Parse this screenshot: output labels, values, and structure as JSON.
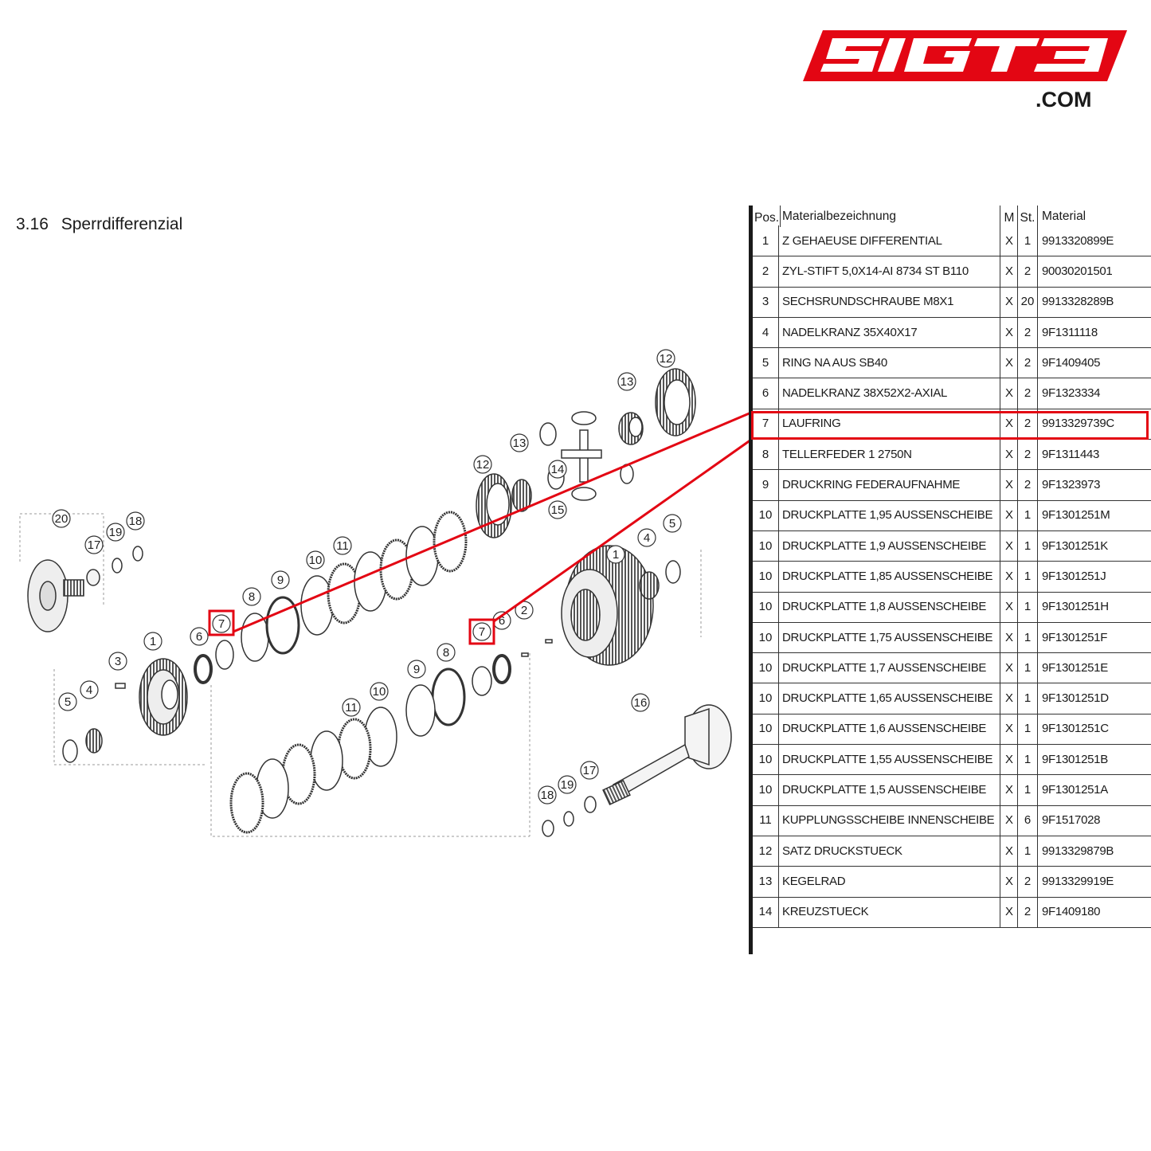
{
  "brand": {
    "logo_text": "51GT3",
    "logo_suffix": ".COM",
    "accent_color": "#e30613"
  },
  "section": {
    "number": "3.16",
    "title": "Sperrdifferenzial"
  },
  "table": {
    "headers": {
      "pos": "Pos.",
      "name": "Materialbezeichnung",
      "m": "M",
      "st": "St.",
      "material": "Material"
    },
    "highlighted_pos": "7",
    "rows": [
      {
        "pos": "1",
        "name": "Z GEHAEUSE DIFFERENTIAL",
        "m": "X",
        "st": "1",
        "material": "9913320899E"
      },
      {
        "pos": "2",
        "name": "ZYL-STIFT 5,0X14-AI 8734 ST B110",
        "m": "X",
        "st": "2",
        "material": "90030201501"
      },
      {
        "pos": "3",
        "name": "SECHSRUNDSCHRAUBE M8X1",
        "m": "X",
        "st": "20",
        "material": "9913328289B"
      },
      {
        "pos": "4",
        "name": "NADELKRANZ 35X40X17",
        "m": "X",
        "st": "2",
        "material": "9F1311118"
      },
      {
        "pos": "5",
        "name": "RING NA AUS SB40",
        "m": "X",
        "st": "2",
        "material": "9F1409405"
      },
      {
        "pos": "6",
        "name": "NADELKRANZ 38X52X2-AXIAL",
        "m": "X",
        "st": "2",
        "material": "9F1323334"
      },
      {
        "pos": "7",
        "name": "LAUFRING",
        "m": "X",
        "st": "2",
        "material": "9913329739C"
      },
      {
        "pos": "8",
        "name": "TELLERFEDER 1 2750N",
        "m": "X",
        "st": "2",
        "material": "9F1311443"
      },
      {
        "pos": "9",
        "name": "DRUCKRING FEDERAUFNAHME",
        "m": "X",
        "st": "2",
        "material": "9F1323973"
      },
      {
        "pos": "10",
        "name": "DRUCKPLATTE 1,95 AUSSENSCHEIBE",
        "m": "X",
        "st": "1",
        "material": "9F1301251M"
      },
      {
        "pos": "10",
        "name": "DRUCKPLATTE 1,9 AUSSENSCHEIBE",
        "m": "X",
        "st": "1",
        "material": "9F1301251K"
      },
      {
        "pos": "10",
        "name": "DRUCKPLATTE 1,85 AUSSENSCHEIBE",
        "m": "X",
        "st": "1",
        "material": "9F1301251J"
      },
      {
        "pos": "10",
        "name": "DRUCKPLATTE 1,8 AUSSENSCHEIBE",
        "m": "X",
        "st": "1",
        "material": "9F1301251H"
      },
      {
        "pos": "10",
        "name": "DRUCKPLATTE 1,75 AUSSENSCHEIBE",
        "m": "X",
        "st": "1",
        "material": "9F1301251F"
      },
      {
        "pos": "10",
        "name": "DRUCKPLATTE 1,7 AUSSENSCHEIBE",
        "m": "X",
        "st": "1",
        "material": "9F1301251E"
      },
      {
        "pos": "10",
        "name": "DRUCKPLATTE 1,65 AUSSENSCHEIBE",
        "m": "X",
        "st": "1",
        "material": "9F1301251D"
      },
      {
        "pos": "10",
        "name": "DRUCKPLATTE 1,6 AUSSENSCHEIBE",
        "m": "X",
        "st": "1",
        "material": "9F1301251C"
      },
      {
        "pos": "10",
        "name": "DRUCKPLATTE 1,55 AUSSENSCHEIBE",
        "m": "X",
        "st": "1",
        "material": "9F1301251B"
      },
      {
        "pos": "10",
        "name": "DRUCKPLATTE 1,5 AUSSENSCHEIBE",
        "m": "X",
        "st": "1",
        "material": "9F1301251A"
      },
      {
        "pos": "11",
        "name": "KUPPLUNGSSCHEIBE INNENSCHEIBE",
        "m": "X",
        "st": "6",
        "material": "9F1517028"
      },
      {
        "pos": "12",
        "name": "SATZ DRUCKSTUECK",
        "m": "X",
        "st": "1",
        "material": "9913329879B"
      },
      {
        "pos": "13",
        "name": "KEGELRAD",
        "m": "X",
        "st": "2",
        "material": "9913329919E"
      },
      {
        "pos": "14",
        "name": "KREUZSTUECK",
        "m": "X",
        "st": "2",
        "material": "9F1409180"
      }
    ]
  },
  "diagram": {
    "callouts": [
      "20",
      "17",
      "19",
      "18",
      "1",
      "6",
      "7",
      "8",
      "9",
      "10",
      "11",
      "12",
      "13",
      "14",
      "15",
      "3",
      "4",
      "5",
      "2",
      "16"
    ],
    "highlighted_callout": "7"
  }
}
